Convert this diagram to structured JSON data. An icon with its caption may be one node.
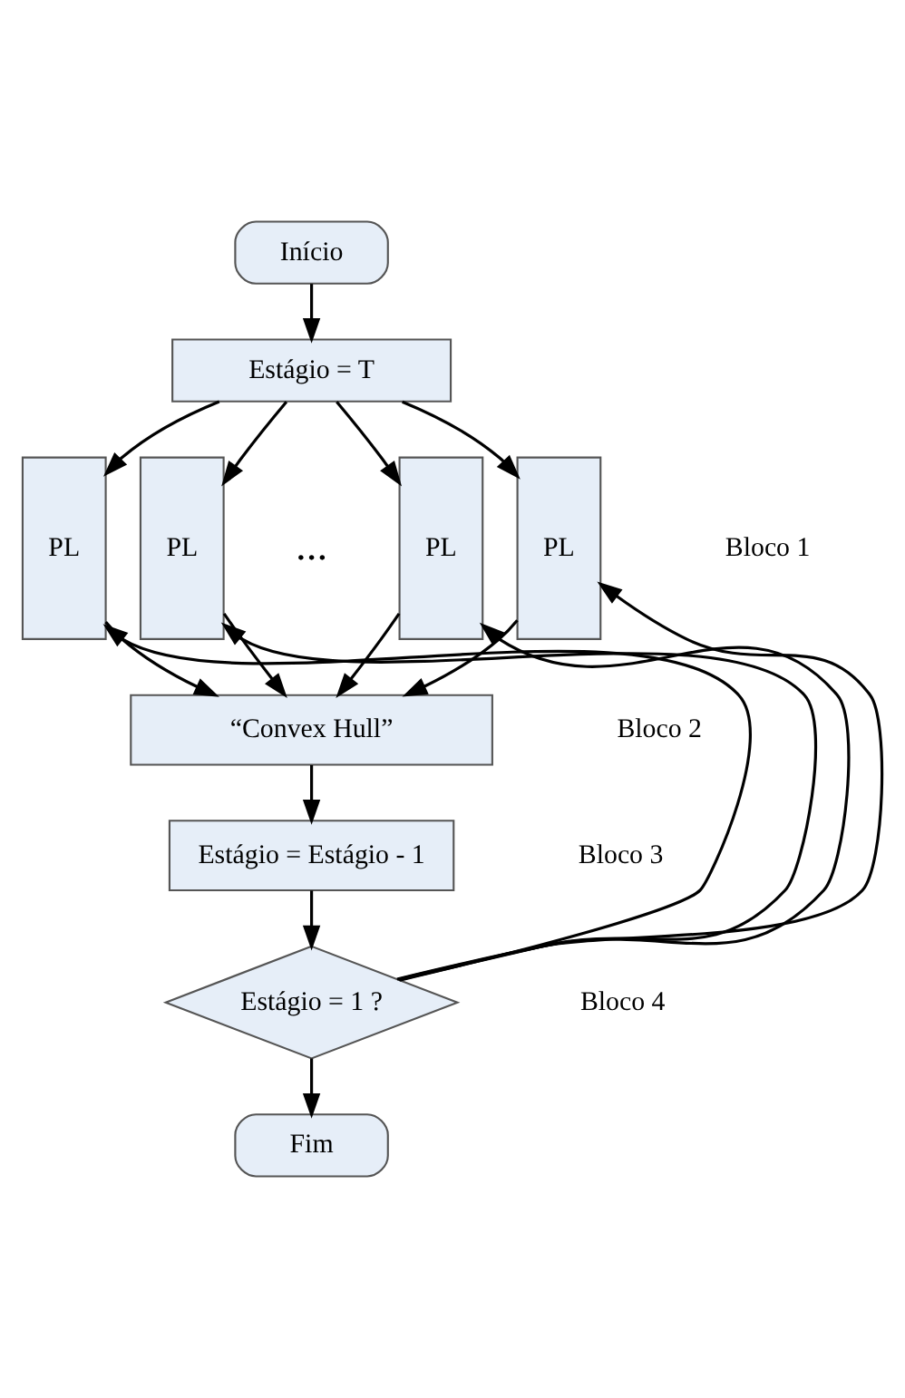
{
  "diagram": {
    "nodes": [
      {
        "text": [
          "Início"
        ]
      },
      {
        "text": [
          "Estágio = T"
        ]
      },
      {
        "text": [
          "PL"
        ]
      },
      {
        "text": [
          "PL"
        ]
      },
      {
        "text": [
          "PL"
        ]
      },
      {
        "text": [
          "PL"
        ]
      },
      {
        "text": [
          "“Convex Hull”"
        ]
      },
      {
        "text": [
          "Estágio = Estágio - 1"
        ]
      },
      {
        "text": [
          "Estágio = 1 ?"
        ]
      },
      {
        "text": [
          "Fim"
        ]
      }
    ],
    "edges": [
      {
        "from": 0,
        "to": 1,
        "arrow": "to"
      },
      {
        "from": 1,
        "to": 2,
        "arrow": "to"
      },
      {
        "from": 1,
        "to": 3,
        "arrow": "to"
      },
      {
        "from": 1,
        "to": 4,
        "arrow": "to"
      },
      {
        "from": 1,
        "to": 5,
        "arrow": "to"
      },
      {
        "from": 2,
        "to": 6,
        "arrow": "to"
      },
      {
        "from": 3,
        "to": 6,
        "arrow": "to"
      },
      {
        "from": 4,
        "to": 6,
        "arrow": "to"
      },
      {
        "from": 5,
        "to": 6,
        "arrow": "to"
      },
      {
        "from": 6,
        "to": 7,
        "arrow": "to"
      },
      {
        "from": 7,
        "to": 8,
        "arrow": "to"
      },
      {
        "from": 8,
        "to": 9,
        "arrow": "to"
      },
      {
        "from": 8,
        "to": 2,
        "arrow": "to"
      },
      {
        "from": 8,
        "to": 3,
        "arrow": "to"
      },
      {
        "from": 8,
        "to": 4,
        "arrow": "to"
      },
      {
        "from": 8,
        "to": 5,
        "arrow": "to"
      }
    ],
    "labels": [
      "...",
      "Bloco 1",
      "Bloco 2",
      "Bloco 3",
      "Bloco 4"
    ]
  }
}
